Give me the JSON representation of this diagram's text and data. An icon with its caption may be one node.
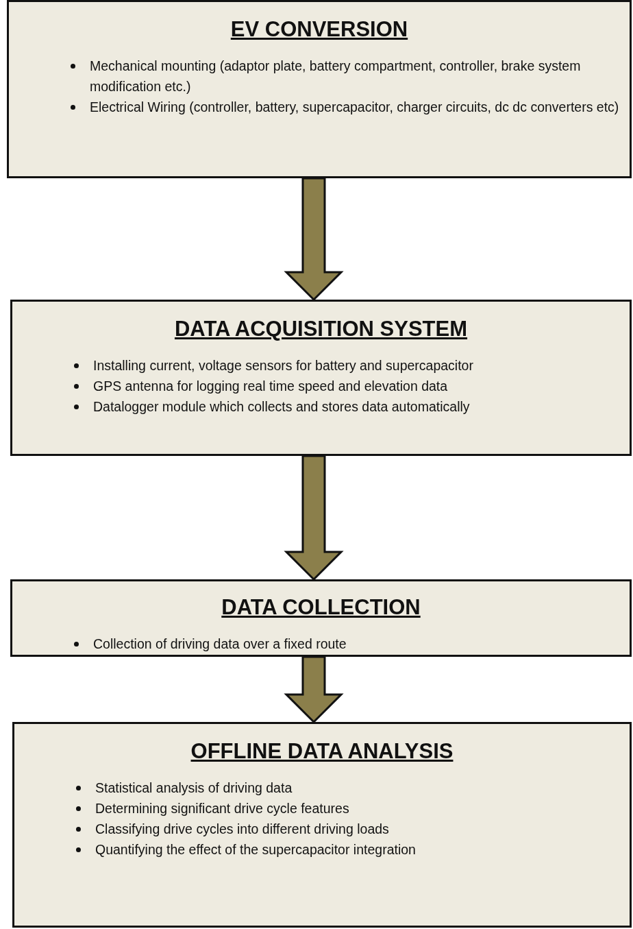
{
  "diagram": {
    "nodes": [
      {
        "text": [
          "EV CONVERSION",
          "Mechanical mounting (adaptor plate, battery compartment, controller, brake system modification etc.)",
          "Electrical Wiring (controller, battery, supercapacitor, charger circuits, dc dc converters etc)"
        ]
      },
      {
        "text": [
          "DATA ACQUISITION SYSTEM",
          "Installing current, voltage sensors for battery and supercapacitor",
          "GPS antenna for logging real time speed and elevation data",
          "Datalogger module which collects and stores data automatically"
        ]
      },
      {
        "text": [
          "DATA COLLECTION",
          "Collection of driving data over a fixed route"
        ]
      },
      {
        "text": [
          "OFFLINE DATA ANALYSIS",
          "Statistical analysis of driving data",
          "Determining significant drive cycle features",
          "Classifying drive cycles into different driving loads",
          "Quantifying the effect of the supercapacitor integration"
        ]
      }
    ],
    "edges": [
      {
        "from": 0,
        "to": 1,
        "arrow": "to",
        "style": "thick"
      },
      {
        "from": 1,
        "to": 2,
        "arrow": "to",
        "style": "thick"
      },
      {
        "from": 2,
        "to": 3,
        "arrow": "to",
        "style": "thick"
      }
    ]
  }
}
